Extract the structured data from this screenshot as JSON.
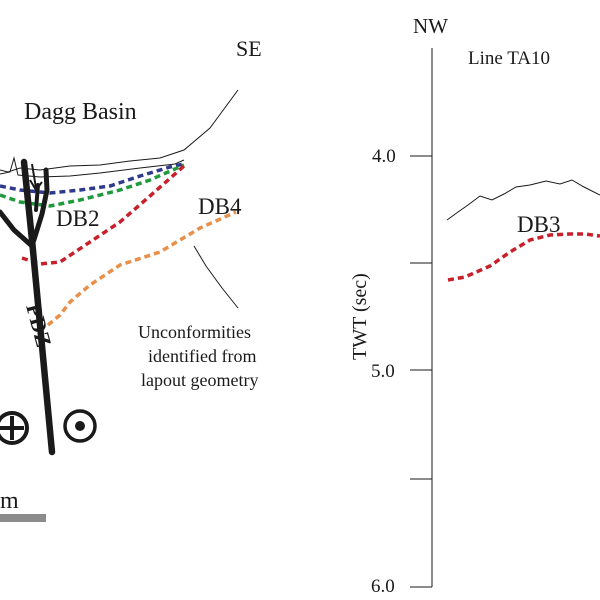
{
  "left_panel": {
    "basin_name": "Dagg Basin",
    "direction_se": "SE",
    "unconformity_labels": [
      "DB2",
      "DB4"
    ],
    "fault_zone_label": "PDZ",
    "annotation_lines": [
      "Unconformities",
      "identified from",
      "lapout geometry"
    ],
    "scale_bar_unit": "m",
    "symbols": {
      "into_page": "crossed-circle-icon",
      "out_of_page": "dotted-circle-icon"
    }
  },
  "right_panel": {
    "direction_nw": "NW",
    "line_name": "Line TA10",
    "axis_label": "TWT (sec)",
    "ticks": [
      "4.0",
      "5.0",
      "6.0"
    ],
    "unconformity_label": "DB3"
  },
  "colors": {
    "blue": "#2e3a8c",
    "green": "#1f9a3c",
    "red": "#c8202a",
    "orange": "#e8904a",
    "ink": "#1a1a1a",
    "scale_bar": "#8c8c8c"
  }
}
